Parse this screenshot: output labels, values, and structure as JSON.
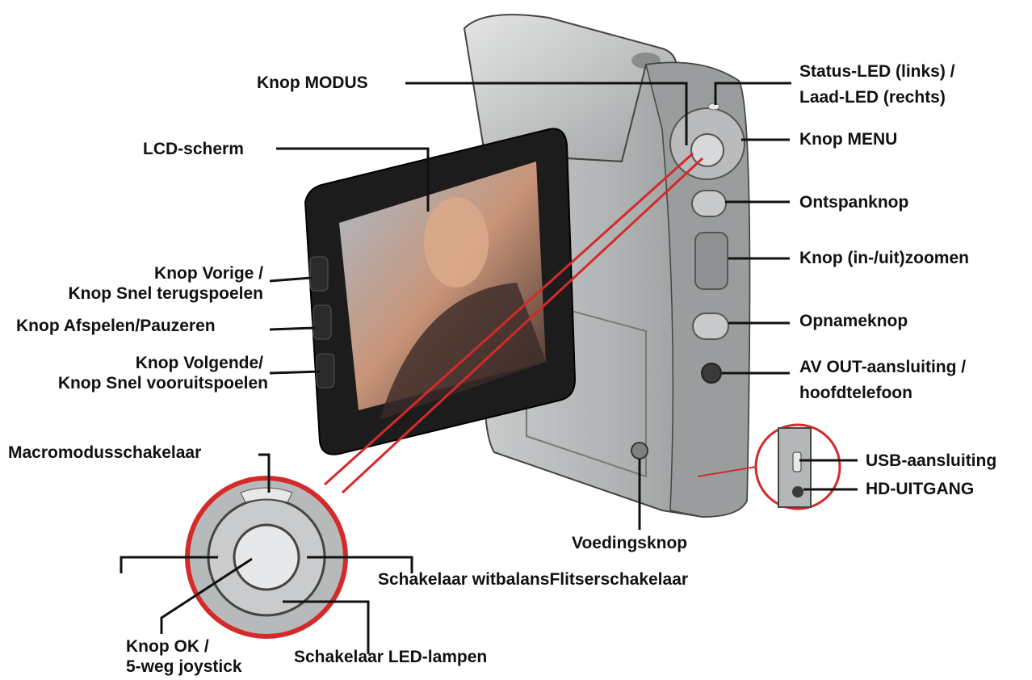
{
  "labels": {
    "knop_modus": "Knop MODUS",
    "lcd_scherm": "LCD-scherm",
    "knop_vorige_1": "Knop Vorige /",
    "knop_vorige_2": "Knop Snel terugspoelen",
    "knop_afspelen": "Knop Afspelen/Pauzeren",
    "knop_volgende_1": "Knop Volgende/",
    "knop_volgende_2": "Knop Snel vooruitspoelen",
    "macro": "Macromodusschakelaar",
    "knop_ok_1": "Knop OK /",
    "knop_ok_2": "5-weg joystick",
    "led_lampen": "Schakelaar LED-lampen",
    "witbalans": "Schakelaar witbalansFlitserschakelaar",
    "voedingsknop": "Voedingsknop",
    "status_led_1": "Status-LED (links) /",
    "status_led_2": "Laad-LED (rechts)",
    "knop_menu": "Knop MENU",
    "ontspanknop": "Ontspanknop",
    "zoom": "Knop (in-/uit)zoomen",
    "opnameknop": "Opnameknop",
    "av_out_1": "AV OUT-aansluiting /",
    "av_out_2": "hoofdtelefoon",
    "usb": "USB-aansluiting",
    "hd": "HD-UITGANG"
  },
  "colors": {
    "callout_red": "#d42a2a",
    "leader_black": "#111111",
    "body_gray": "#a9acae",
    "screen_bezel": "#1c1c1c"
  }
}
